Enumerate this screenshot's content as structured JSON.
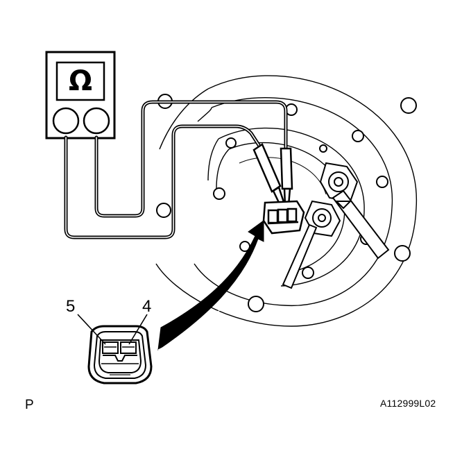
{
  "diagram": {
    "terminal_labels": {
      "left": "5",
      "right": "4"
    },
    "meter_symbol": "Ω",
    "view_letter": "P",
    "figure_code": "A112999L02"
  },
  "colors": {
    "ink": "#000000",
    "paper": "#ffffff"
  },
  "icons": {
    "ohmmeter": "ohmmeter-icon",
    "connector": "connector-icon",
    "arrow": "callout-arrow-icon"
  }
}
